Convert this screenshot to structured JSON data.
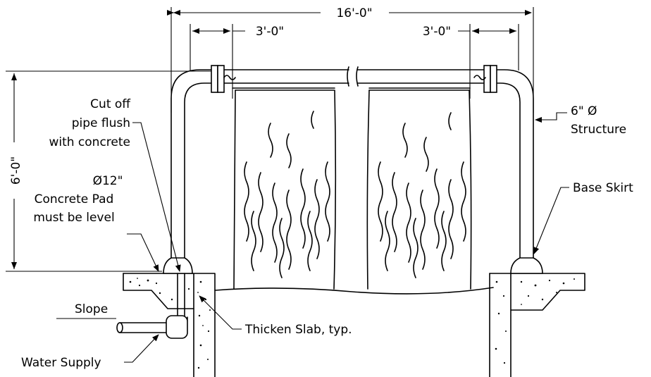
{
  "dimensions": {
    "overall_width": "16'-0\"",
    "left_offset": "3'-0\"",
    "right_offset": "3'-0\"",
    "height": "6'-0\""
  },
  "labels": {
    "cut_off": [
      "Cut off",
      "pipe flush",
      "with concrete"
    ],
    "structure": [
      "6\" Ø",
      "Structure"
    ],
    "concrete_pad": [
      "Ø12\"",
      "Concrete Pad",
      "must be level"
    ],
    "base_skirt": "Base Skirt",
    "slope": "Slope",
    "thicken_slab": "Thicken Slab, typ.",
    "water_supply": "Water Supply"
  }
}
